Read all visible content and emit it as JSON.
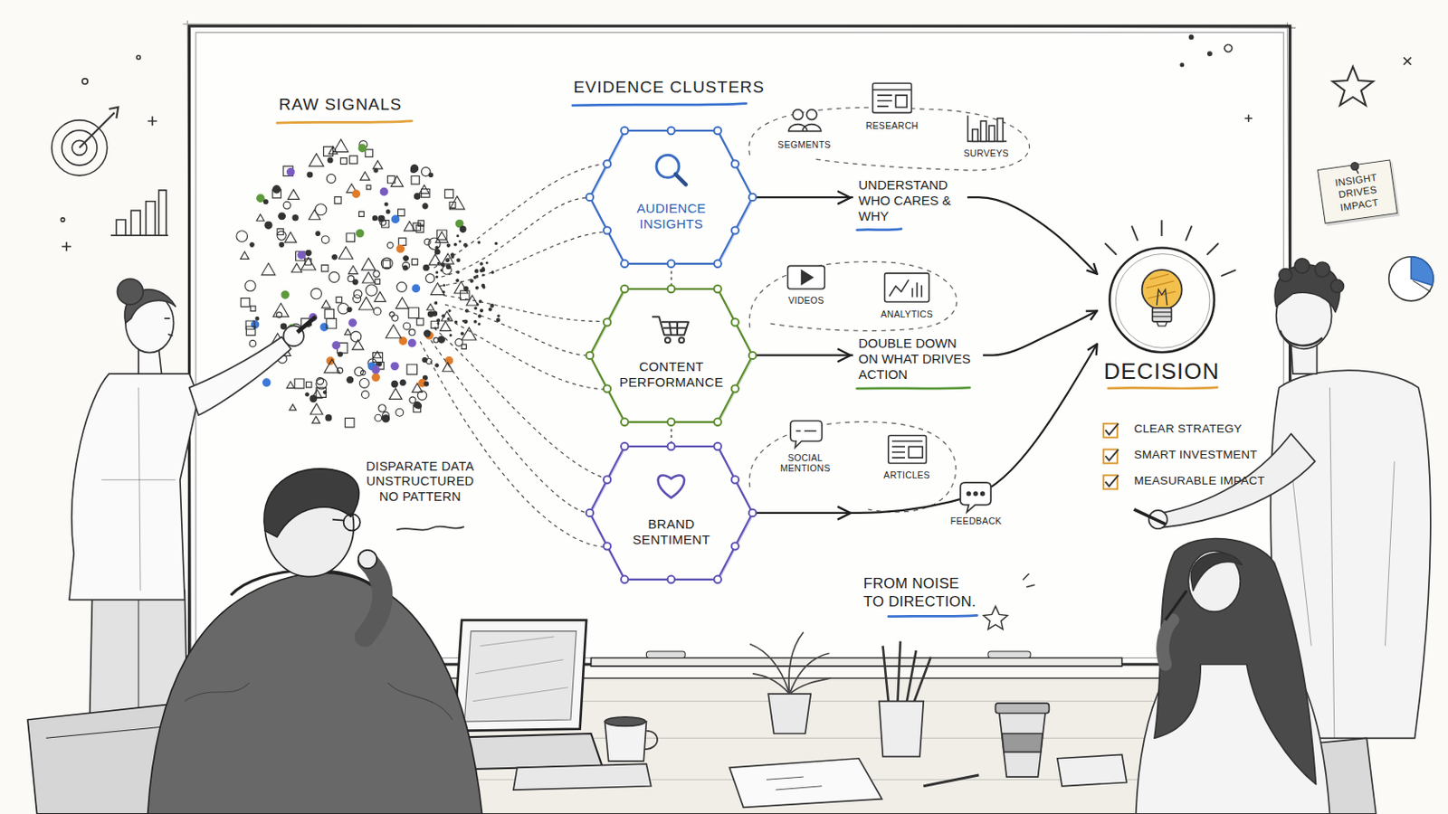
{
  "diagram": {
    "nodes": [
      {
        "text": [
          "AUDIENCE INSIGHTS"
        ]
      },
      {
        "text": [
          "CONTENT PERFORMANCE"
        ]
      },
      {
        "text": [
          "BRAND SENTIMENT"
        ]
      },
      {
        "text": [
          "DECISION"
        ]
      },
      {
        "text": [
          "INSIGHT DRIVES IMPACT"
        ]
      }
    ],
    "edges": [
      {
        "from": 0,
        "to": 3,
        "arrow": "to",
        "label": "UNDERSTAND WHO CARES & WHY"
      },
      {
        "from": 1,
        "to": 3,
        "arrow": "to",
        "label": "DOUBLE DOWN ON WHAT DRIVES ACTION"
      },
      {
        "from": 2,
        "to": 3,
        "arrow": "to"
      },
      {
        "from": 0,
        "to": 1,
        "arrow": "none"
      },
      {
        "from": 1,
        "to": 2,
        "arrow": "none"
      }
    ],
    "labels": [
      "RAW SIGNALS",
      "EVIDENCE CLUSTERS",
      "SEGMENTS",
      "RESEARCH",
      "SURVEYS",
      "VIDEOS",
      "ANALYTICS",
      "SOCIAL MENTIONS",
      "ARTICLES",
      "FEEDBACK",
      "DISPARATE DATA UNSTRUCTURED NO PATTERN",
      "FROM NOISE TO DIRECTION.",
      "CLEAR STRATEGY",
      "SMART INVESTMENT",
      "MEASURABLE IMPACT"
    ]
  }
}
